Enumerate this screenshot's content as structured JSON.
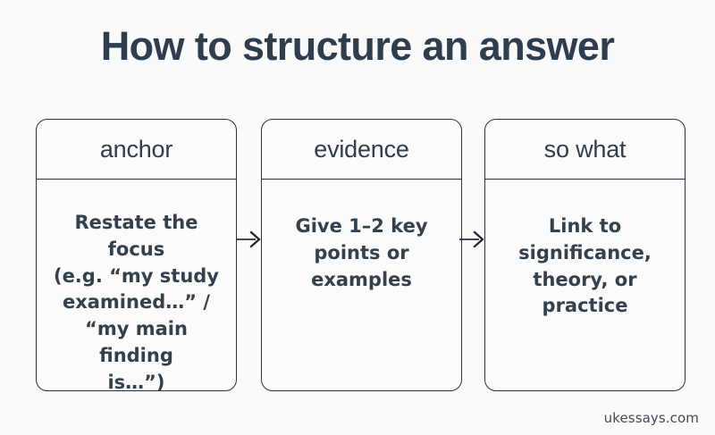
{
  "page": {
    "title": "How to structure an answer",
    "background_color": "#fafafa",
    "ink_color": "#2e3e4e",
    "border_color": "#27323f"
  },
  "flow": {
    "type": "horizontal-process-flow",
    "nodes": [
      {
        "header": "anchor",
        "body": "Restate the focus\n(e.g. “my study\nexamined…” /\n“my main finding\nis…”)"
      },
      {
        "header": "evidence",
        "body": "Give 1–2 key\npoints or\nexamples"
      },
      {
        "header": "so what",
        "body": "Link to\nsignificance,\ntheory, or\npractice"
      }
    ],
    "connectors": [
      {
        "icon": "arrow-right-icon",
        "from": "anchor",
        "to": "evidence"
      },
      {
        "icon": "arrow-right-icon",
        "from": "evidence",
        "to": "so what"
      }
    ]
  },
  "watermark": {
    "text": "ukessays.com"
  }
}
